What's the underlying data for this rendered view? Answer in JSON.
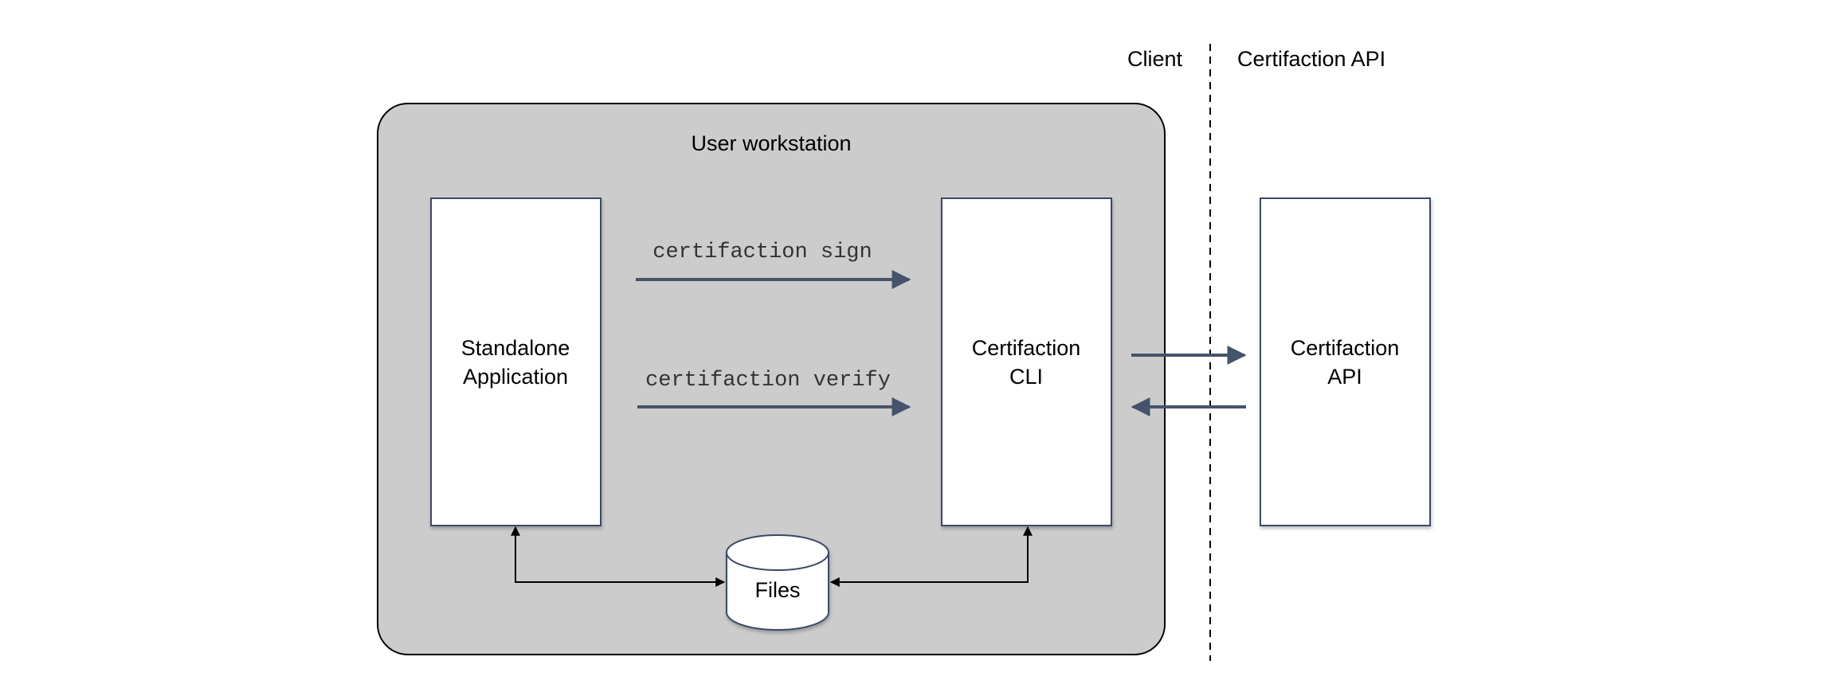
{
  "zones": {
    "client_label": "Client",
    "api_label": "Certifaction API"
  },
  "workstation": {
    "title": "User workstation"
  },
  "nodes": {
    "standalone": {
      "line1": "Standalone",
      "line2": "Application"
    },
    "cli": {
      "line1": "Certifaction",
      "line2": "CLI"
    },
    "api": {
      "line1": "Certifaction",
      "line2": "API"
    },
    "files": {
      "label": "Files"
    }
  },
  "commands": {
    "sign": "certifaction sign",
    "verify": "certifaction verify"
  },
  "colors": {
    "container_fill": "#cccccc",
    "box_border": "#3b4a66",
    "arrow": "#44546a"
  }
}
